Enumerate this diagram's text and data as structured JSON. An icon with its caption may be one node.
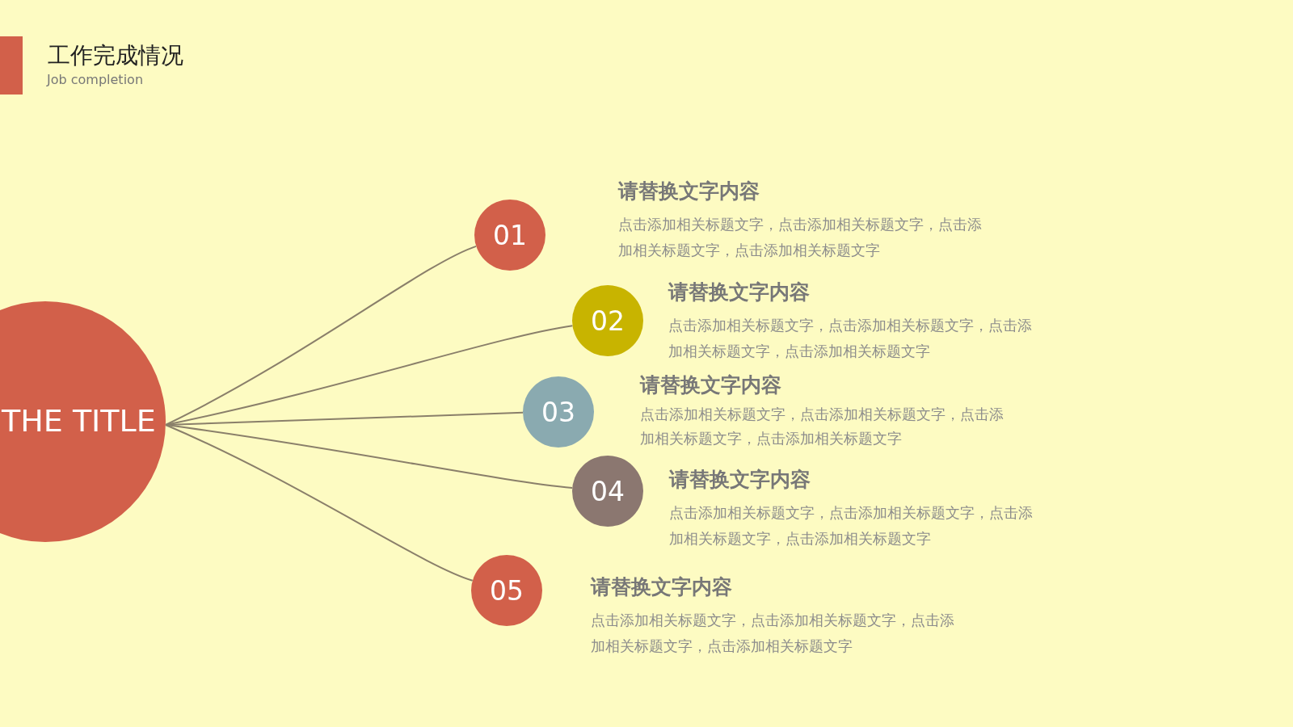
{
  "diagram": {
    "title": "工作完成情况",
    "nodes": [
      {
        "text": [
          "THE TITLE"
        ]
      },
      {
        "text": [
          "01"
        ],
        "beside": [
          "请替换文字内容",
          "点击添加相关标题文字，点击添加相关标题文字，点击添加相关标题文字，点击添加相关标题文字"
        ]
      },
      {
        "text": [
          "02"
        ],
        "beside": [
          "请替换文字内容",
          "点击添加相关标题文字，点击添加相关标题文字，点击添加相关标题文字，点击添加相关标题文字"
        ]
      },
      {
        "text": [
          "03"
        ],
        "beside": [
          "请替换文字内容",
          "点击添加相关标题文字，点击添加相关标题文字，点击添加相关标题文字，点击添加相关标题文字"
        ]
      },
      {
        "text": [
          "04"
        ],
        "beside": [
          "请替换文字内容",
          "点击添加相关标题文字，点击添加相关标题文字，点击添加相关标题文字，点击添加相关标题文字"
        ]
      },
      {
        "text": [
          "05"
        ],
        "beside": [
          "请替换文字内容",
          "点击添加相关标题文字，点击添加相关标题文字，点击添加相关标题文字，点击添加相关标题文字"
        ]
      }
    ],
    "edges": [
      {
        "from": 0,
        "to": 1,
        "arrow": "none"
      },
      {
        "from": 0,
        "to": 2,
        "arrow": "none"
      },
      {
        "from": 0,
        "to": 3,
        "arrow": "none"
      },
      {
        "from": 0,
        "to": 4,
        "arrow": "none"
      },
      {
        "from": 0,
        "to": 5,
        "arrow": "none"
      }
    ],
    "labels": [
      "Job completion"
    ]
  }
}
